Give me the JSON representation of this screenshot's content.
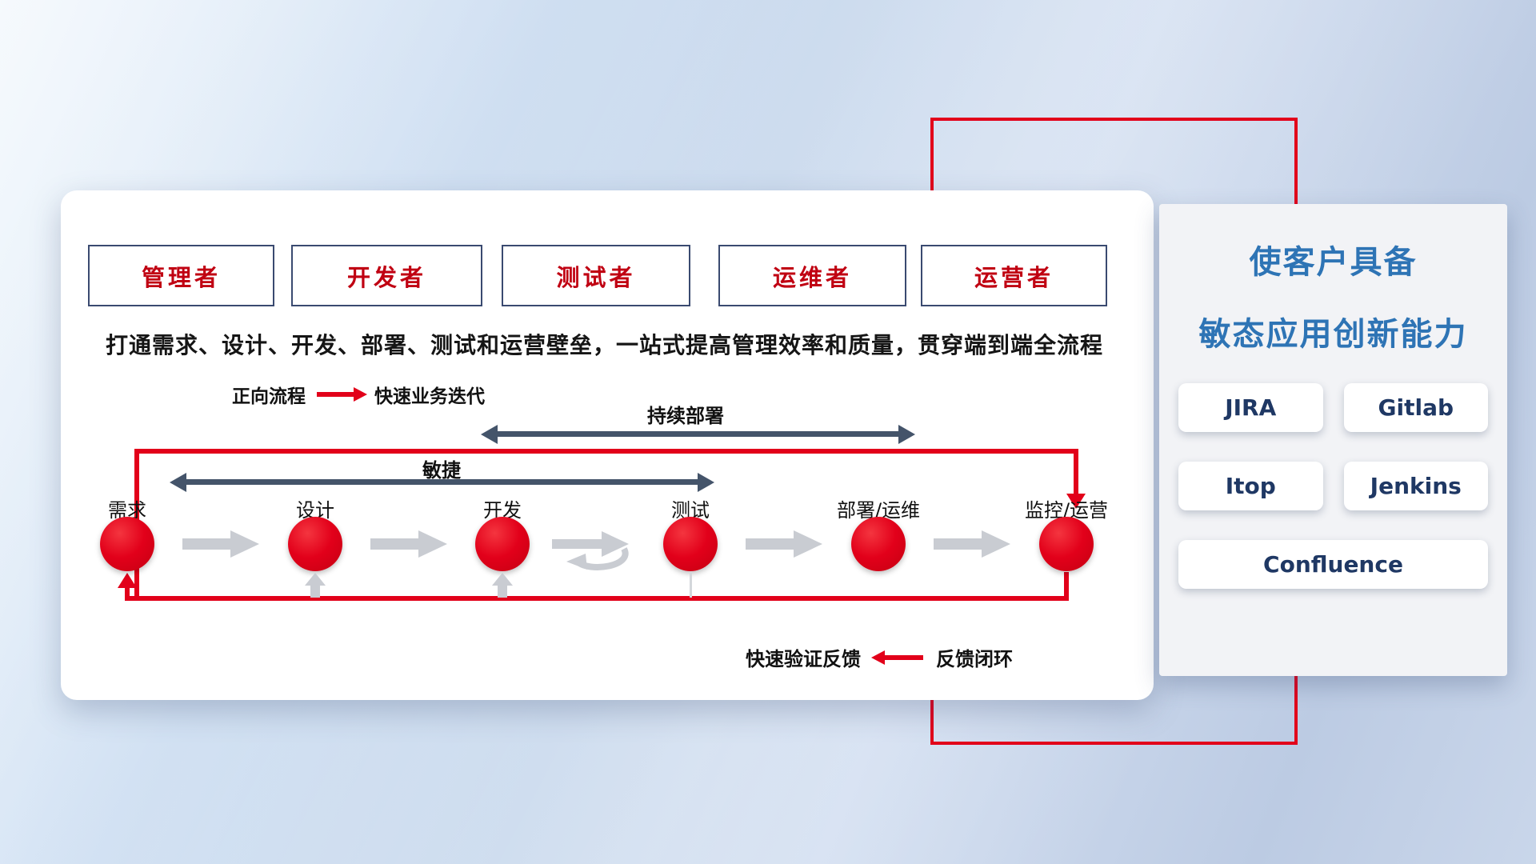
{
  "colors": {
    "accent_red": "#e2001a",
    "dark_span_arrow": "#44546a",
    "gray_flow_arrow": "#c9ccd2",
    "panel_title_blue": "#2e74b5",
    "tool_text_navy": "#1f3864",
    "role_text_red": "#c00012",
    "role_border_navy": "#3a4a70"
  },
  "icons": {
    "forward-arrow-icon": "→",
    "feedback-arrow-icon": "←",
    "continuous-deployment-arrow-icon": "↔",
    "agile-arrow-icon": "↔",
    "flow-arrow-icon": "→",
    "iteration-loop-arrow-icon": "⟲"
  },
  "roles": [
    "管理者",
    "开发者",
    "测试者",
    "运维者",
    "运营者"
  ],
  "description": "打通需求、设计、开发、部署、测试和运营壁垒，一站式提高管理效率和质量，贯穿端到端全流程",
  "legend_forward": {
    "label": "正向流程",
    "text": "快速业务迭代"
  },
  "flow": {
    "continuous_deployment_label": "持续部署",
    "agile_label": "敏捷",
    "stages": [
      "需求",
      "设计",
      "开发",
      "测试",
      "部署/运维",
      "监控/运营"
    ]
  },
  "legend_feedback": {
    "label": "快速验证反馈",
    "text": "反馈闭环"
  },
  "right_panel": {
    "title_line1": "使客户具备",
    "title_line2": "敏态应用创新能力",
    "tools": [
      "JIRA",
      "Gitlab",
      "Itop",
      "Jenkins",
      "Confluence"
    ]
  }
}
